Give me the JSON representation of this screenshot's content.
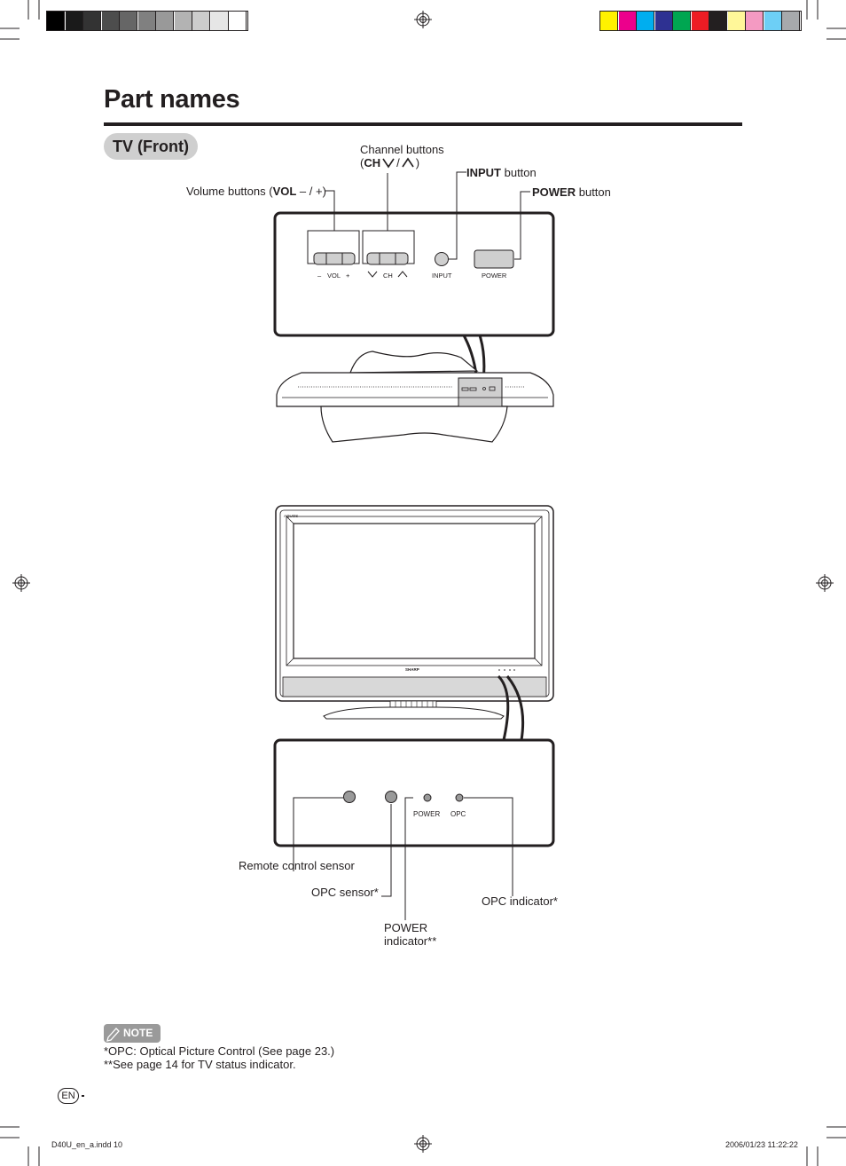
{
  "page": {
    "title": "Part names",
    "section": "TV (Front)",
    "colors": {
      "text": "#231f20",
      "pill": "#cfcfcf",
      "note_badge": "#9a9a9a"
    }
  },
  "callouts_top": {
    "channel_line1": "Channel buttons",
    "channel_prefix": "(",
    "channel_bold": "CH",
    "channel_suffix": "/",
    "channel_close": ")",
    "volume_prefix": "Volume buttons (",
    "volume_bold": "VOL",
    "volume_suffix": "– / +)",
    "input_bold": "INPUT",
    "input_rest": " button",
    "power_bold": "POWER",
    "power_rest": " button"
  },
  "panel_top": {
    "vol_minus": "–",
    "vol": "VOL",
    "vol_plus": "+",
    "ch": "CH",
    "input": "INPUT",
    "power": "POWER"
  },
  "tv_screen": {
    "brand_top": "AQUOS",
    "brand_bottom": "SHARP"
  },
  "panel_bottom": {
    "power": "POWER",
    "opc": "OPC"
  },
  "callouts_bottom": {
    "remote": "Remote control sensor",
    "opc_sensor": "OPC sensor*",
    "opc_indicator": "OPC indicator*",
    "power_indicator_line1": "POWER",
    "power_indicator_line2": "indicator**"
  },
  "note": {
    "badge": "NOTE",
    "line1": "*OPC: Optical Picture Control (See page 23.)",
    "line2": "**See page 14 for TV status indicator."
  },
  "footer": {
    "lang": "EN",
    "file": "D40U_en_a.indd   10",
    "date": "2006/01/23   11:22:22"
  },
  "print_bars": {
    "gray": [
      "#000000",
      "#1a1a1a",
      "#333333",
      "#4d4d4d",
      "#666666",
      "#808080",
      "#999999",
      "#b3b3b3",
      "#cccccc",
      "#e6e6e6",
      "#ffffff"
    ],
    "color": [
      "#fff200",
      "#ec008c",
      "#00aeef",
      "#2e3192",
      "#00a651",
      "#ed1c24",
      "#231f20",
      "#fff799",
      "#f49ac2",
      "#6dcff6",
      "#a7a9ac"
    ]
  }
}
